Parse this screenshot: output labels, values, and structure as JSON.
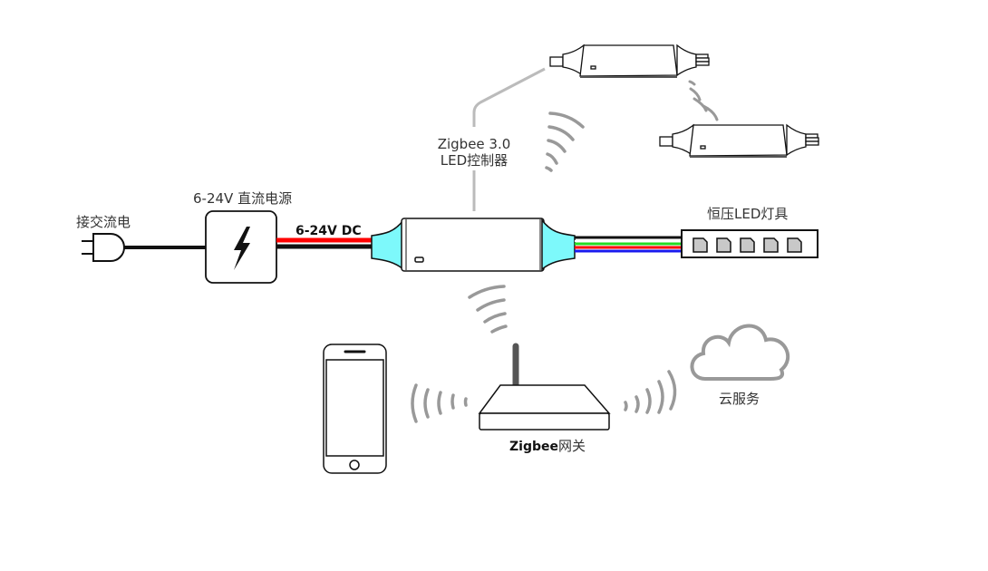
{
  "labels": {
    "ac_power": "接交流电",
    "dc_supply": "6-24V 直流电源",
    "dc_wire": "6-24V DC",
    "controller_line1": "Zigbee 3.0",
    "controller_line2": "LED控制器",
    "led_fixture": "恒压LED灯具",
    "gateway_brand": "Zigbee",
    "gateway_suffix": "网关",
    "cloud": "云服务"
  },
  "colors": {
    "connector_cyan": "#7df9fb",
    "wire_red": "#ff0000",
    "wire_green": "#22dd22",
    "wire_blue": "#1a1aee",
    "wire_black": "#111111",
    "signal_gray": "#999999",
    "antenna_gray": "#555555",
    "led_chip_gray": "#c8c8c8"
  },
  "led_fixture": {
    "chip_count": 5
  }
}
